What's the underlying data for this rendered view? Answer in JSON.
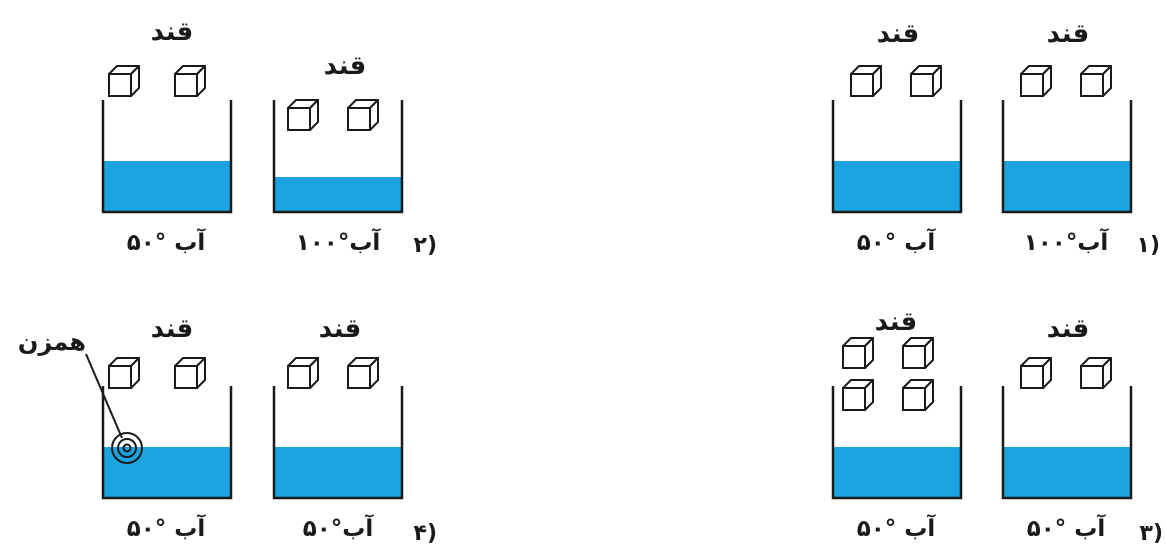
{
  "colors": {
    "water": "#1ba4df",
    "ink": "#1a1a1a",
    "background": "#ffffff"
  },
  "sugar_label": "قند",
  "stirrer_label": "همزن",
  "experiments": [
    {
      "number": "۱)",
      "beakers": [
        {
          "sugar": "قند",
          "cubes": 2,
          "water_fill": 0.45,
          "caption": "آب°۱۰۰"
        },
        {
          "sugar": "قند",
          "cubes": 2,
          "water_fill": 0.45,
          "caption": "آب °۵۰"
        }
      ]
    },
    {
      "number": "۲)",
      "beakers": [
        {
          "sugar": "قند",
          "cubes": 2,
          "water_fill": 0.31,
          "caption": "آب°۱۰۰"
        },
        {
          "sugar": "قند",
          "cubes": 2,
          "water_fill": 0.45,
          "caption": "آب °۵۰"
        }
      ]
    },
    {
      "number": "۳)",
      "beakers": [
        {
          "sugar": "قند",
          "cubes": 2,
          "water_fill": 0.45,
          "caption": "آب °۵۰"
        },
        {
          "sugar": "قند",
          "cubes": 4,
          "water_fill": 0.45,
          "caption": "آب °۵۰"
        }
      ]
    },
    {
      "number": "۴)",
      "beakers": [
        {
          "sugar": "قند",
          "cubes": 2,
          "water_fill": 0.45,
          "caption": "آب°۵۰"
        },
        {
          "sugar": "قند",
          "cubes": 2,
          "water_fill": 0.45,
          "caption": "آب °۵۰",
          "stirrer": true
        }
      ]
    }
  ]
}
